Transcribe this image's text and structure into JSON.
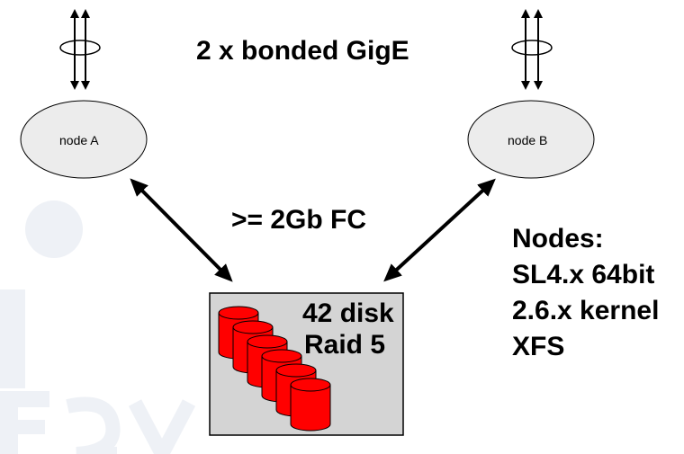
{
  "title": "2 x bonded GigE",
  "nodes": [
    {
      "label": "node A"
    },
    {
      "label": "node B"
    }
  ],
  "link_label": ">= 2Gb FC",
  "storage": {
    "line1": "42 disk",
    "line2": "Raid 5",
    "disk_color": "#ff0000",
    "box_color": "#d4d4d4"
  },
  "notes": [
    "Nodes:",
    "SL4.x 64bit",
    "2.6.x kernel",
    "XFS"
  ],
  "colors": {
    "node_fill": "#ececec",
    "line": "#000000",
    "watermark": "#eef1f6"
  }
}
